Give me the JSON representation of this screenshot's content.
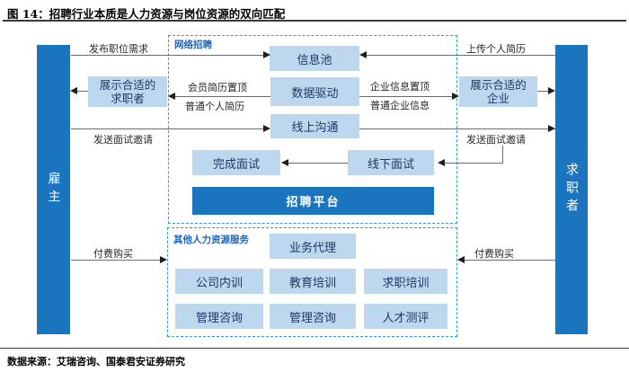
{
  "figure": {
    "title": "图 14：招聘行业本质是人力资源与岗位资源的双向匹配",
    "source": "数据来源：艾瑞咨询、国泰君安证券研究"
  },
  "actors": {
    "employer": "雇主",
    "jobseeker": "求职者"
  },
  "online": {
    "label": "网络招聘",
    "info_pool": "信息池",
    "data_driven": "数据驱动",
    "online_chat": "线上沟通",
    "finish_interview": "完成面试",
    "offline_interview": "线下面试",
    "platform": "招聘平台",
    "show_candidates_line1": "展示合适的",
    "show_candidates_line2": "求职者",
    "show_companies_line1": "展示合适的",
    "show_companies_line2": "企业"
  },
  "edges": {
    "publish_job": "发布职位需求",
    "upload_resume": "上传个人简历",
    "member_resume_top": "会员简历置顶",
    "normal_resume": "普通个人简历",
    "company_info_top": "企业信息置顶",
    "normal_company_info": "普通企业信息",
    "send_invite_left": "发送面试邀请",
    "send_invite_right": "发送面试邀请",
    "pay_left": "付费购买",
    "pay_right": "付费购买"
  },
  "other_hr": {
    "label": "其他人力资源服务",
    "services": [
      "业务代理",
      "公司内训",
      "教育培训",
      "求职培训",
      "管理咨询",
      "管理咨询",
      "人才测评"
    ]
  },
  "colors": {
    "bar_blue": "#1B74BE",
    "light_box": "#BDD7EE",
    "dashed_border": "#2E9BDA",
    "section_label": "#1A66C2",
    "line": "#6B6B6B",
    "arrow": "#1F1F1F",
    "box_text": "#1F3864"
  }
}
